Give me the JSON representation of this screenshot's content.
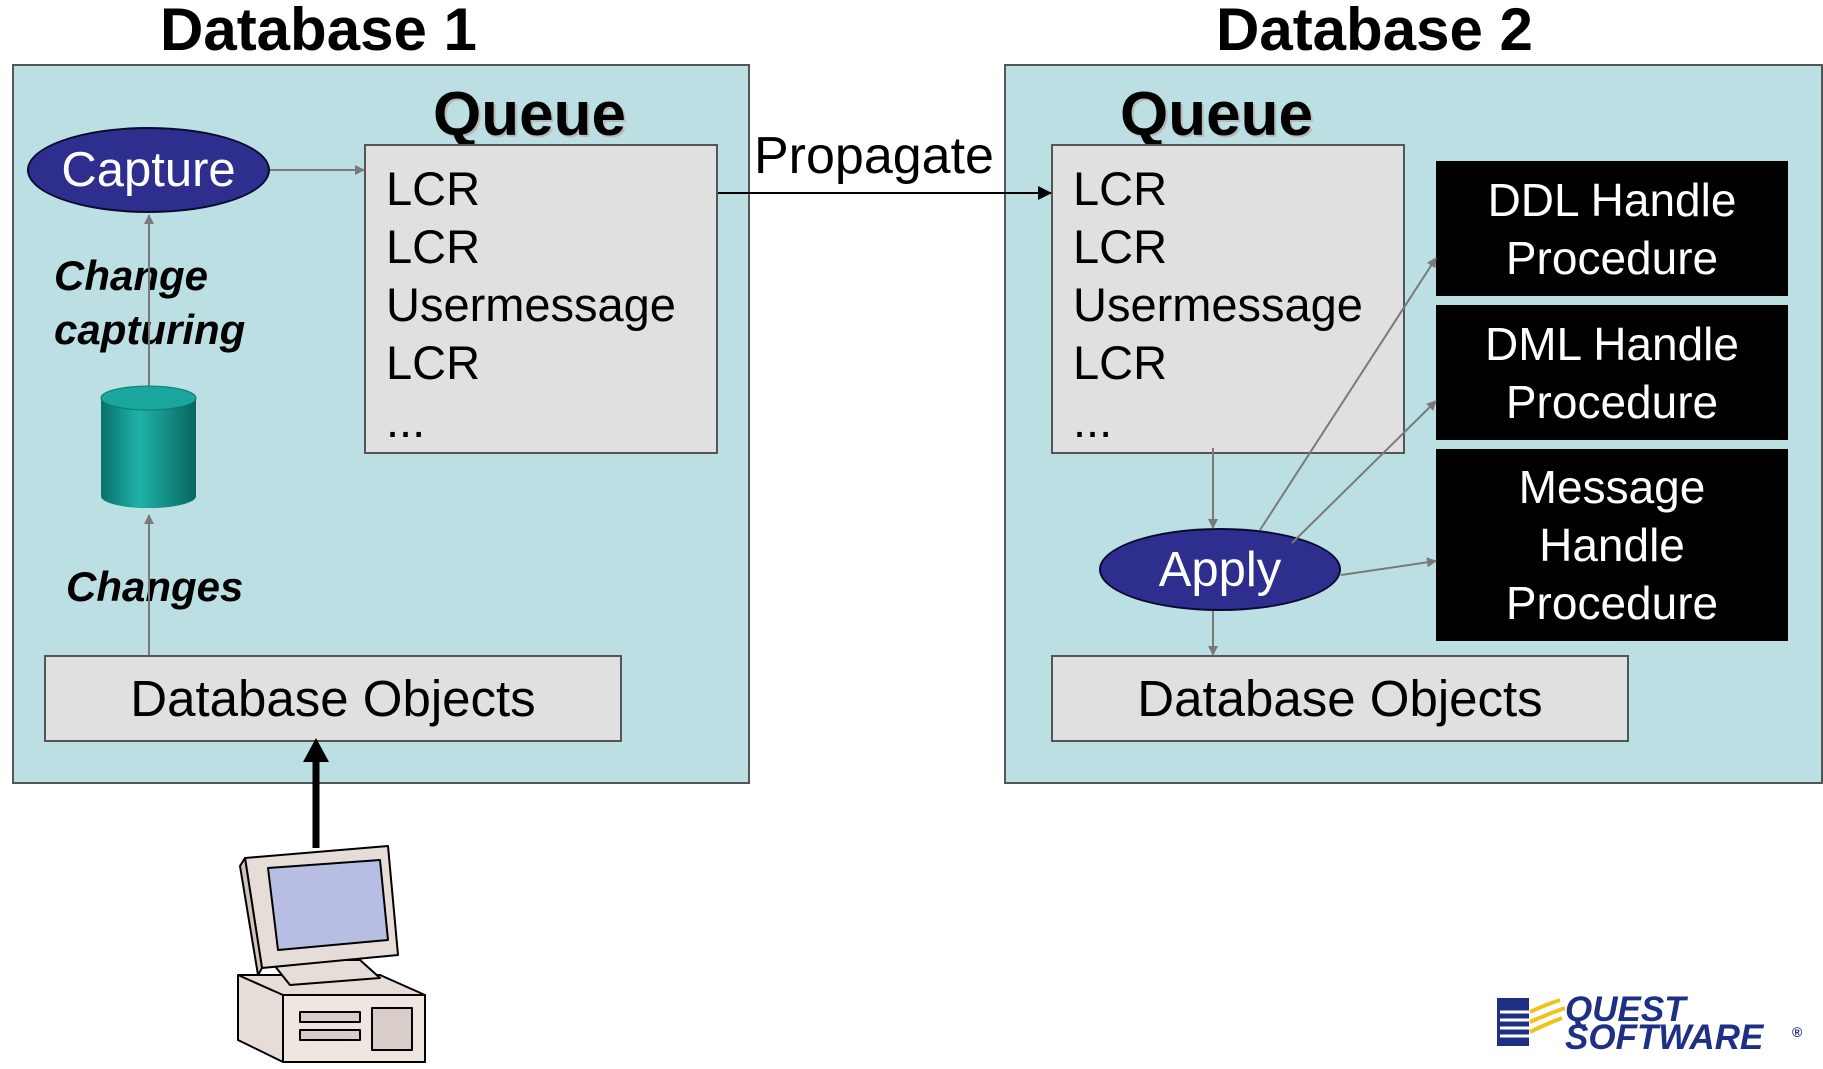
{
  "database1": {
    "title": "Database 1",
    "queue_title": "Queue",
    "queue_items": [
      "LCR",
      "LCR",
      "Usermessage",
      "LCR",
      "..."
    ],
    "capture_label": "Capture",
    "change_capturing_label": [
      "Change",
      "capturing"
    ],
    "changes_label": "Changes",
    "objects_label": "Database Objects"
  },
  "propagate_label": "Propagate",
  "database2": {
    "title": "Database 2",
    "queue_title": "Queue",
    "queue_items": [
      "LCR",
      "LCR",
      "Usermessage",
      "LCR",
      "..."
    ],
    "apply_label": "Apply",
    "objects_label": "Database Objects",
    "handlers": [
      [
        "DDL Handle",
        "Procedure"
      ],
      [
        "DML Handle",
        "Procedure"
      ],
      [
        "Message",
        "Handle",
        "Procedure"
      ]
    ]
  },
  "logo": {
    "line1": "QUEST",
    "line2": "SOFTWARE",
    "registered": "®"
  },
  "icons": [
    "database-cylinder-icon",
    "desktop-computer-icon",
    "quest-software-logo"
  ],
  "colors": {
    "panel": "#bcdfe3",
    "queue_box": "#e0e0e0",
    "ellipse": "#2e2e8f",
    "handler": "#000000",
    "cylinder": "#0f8f8a",
    "logo": "#1e2f86"
  }
}
